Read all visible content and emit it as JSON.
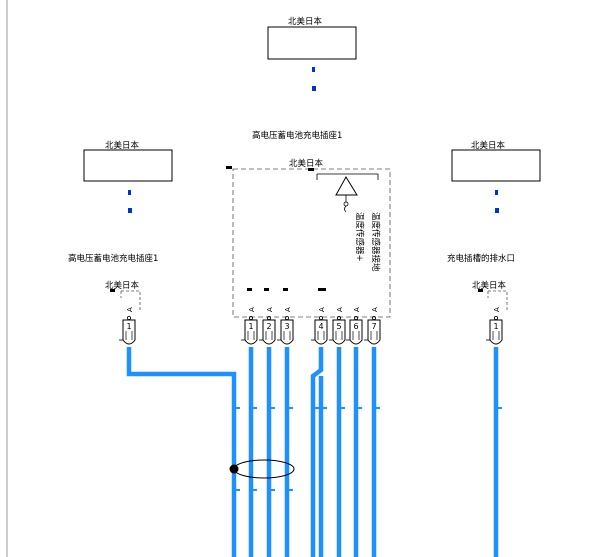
{
  "region_label": "北美日本",
  "top_box": {
    "region": "北美日本"
  },
  "left_box": {
    "region": "北美日本"
  },
  "right_box": {
    "region": "北美日本"
  },
  "center_title": "高电压蓄电池充电插座1",
  "center_region": "北美日本",
  "left_title": "高电压蓄电池充电插座1",
  "left_region": "北美日本",
  "right_title": "充电插槽的排水口",
  "right_region": "北美日本",
  "sensor_plus": "温度传感器+",
  "sensor_ground": "温度传感器接地",
  "pins_center": [
    "1",
    "2",
    "3",
    "4",
    "5",
    "6",
    "7"
  ],
  "pin_left": "1",
  "pin_right": "1",
  "pin_letter": "A",
  "colors": {
    "wire": "#1e90ff",
    "marker": "#0033cc"
  }
}
